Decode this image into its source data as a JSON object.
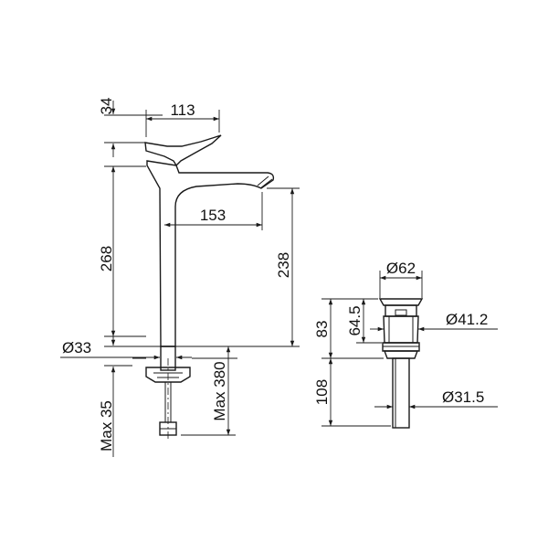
{
  "diagram": {
    "labels": {
      "spout_height": "34",
      "handle_reach": "113",
      "body_height": "268",
      "spout_reach": "153",
      "outlet_height": "238",
      "base_diameter": "Ø33",
      "hose_length": "Max 380",
      "counter_thickness": "Max 35",
      "waste_flange": "Ø62",
      "waste_height": "83",
      "waste_inner": "64.5",
      "waste_body": "Ø41.2",
      "waste_tail_length": "108",
      "waste_tail": "Ø31.5"
    },
    "colors": {
      "line": "#1a1a1a",
      "background": "#ffffff"
    }
  }
}
